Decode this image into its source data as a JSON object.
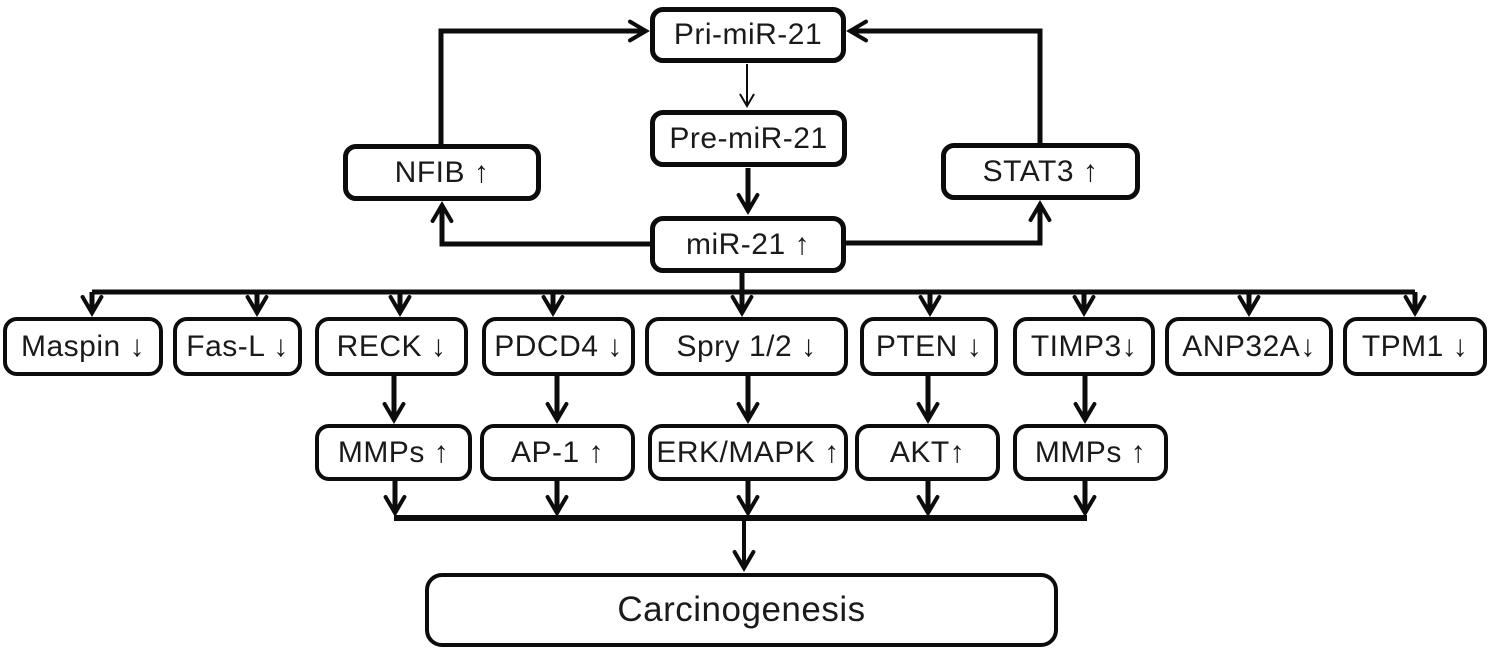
{
  "colors": {
    "background": "#ffffff",
    "stroke": "#0c0c0c",
    "box_fill": "#ffffff"
  },
  "nodes": {
    "pri_mir21": "Pri-miR-21",
    "pre_mir21": "Pre-miR-21",
    "mir21": "miR-21 ↑",
    "nfib": "NFIB ↑",
    "stat3": "STAT3 ↑",
    "outcome": "Carcinogenesis"
  },
  "targets": [
    "Maspin ↓",
    "Fas-L ↓",
    "RECK ↓",
    "PDCD4 ↓",
    "Spry 1/2 ↓",
    "PTEN ↓",
    "TIMP3↓",
    "ANP32A↓",
    "TPM1 ↓"
  ],
  "effectors": [
    "MMPs ↑",
    "AP-1 ↑",
    "ERK/MAPK ↑",
    "AKT↑",
    "MMPs ↑"
  ],
  "edges": [
    {
      "from": "Pri-miR-21",
      "to": "Pre-miR-21"
    },
    {
      "from": "Pre-miR-21",
      "to": "miR-21"
    },
    {
      "from": "miR-21",
      "to": "NFIB"
    },
    {
      "from": "NFIB",
      "to": "Pri-miR-21"
    },
    {
      "from": "miR-21",
      "to": "STAT3"
    },
    {
      "from": "STAT3",
      "to": "Pri-miR-21"
    },
    {
      "from": "miR-21",
      "to": "Maspin"
    },
    {
      "from": "miR-21",
      "to": "Fas-L"
    },
    {
      "from": "miR-21",
      "to": "RECK"
    },
    {
      "from": "miR-21",
      "to": "PDCD4"
    },
    {
      "from": "miR-21",
      "to": "Spry 1/2"
    },
    {
      "from": "miR-21",
      "to": "PTEN"
    },
    {
      "from": "miR-21",
      "to": "TIMP3"
    },
    {
      "from": "miR-21",
      "to": "ANP32A"
    },
    {
      "from": "miR-21",
      "to": "TPM1"
    },
    {
      "from": "RECK",
      "to": "MMPs"
    },
    {
      "from": "PDCD4",
      "to": "AP-1"
    },
    {
      "from": "Spry 1/2",
      "to": "ERK/MAPK"
    },
    {
      "from": "PTEN",
      "to": "AKT"
    },
    {
      "from": "TIMP3",
      "to": "MMPs"
    },
    {
      "from": "MMPs",
      "to": "Carcinogenesis"
    },
    {
      "from": "AP-1",
      "to": "Carcinogenesis"
    },
    {
      "from": "ERK/MAPK",
      "to": "Carcinogenesis"
    },
    {
      "from": "AKT",
      "to": "Carcinogenesis"
    },
    {
      "from": "MMPs",
      "to": "Carcinogenesis"
    }
  ]
}
